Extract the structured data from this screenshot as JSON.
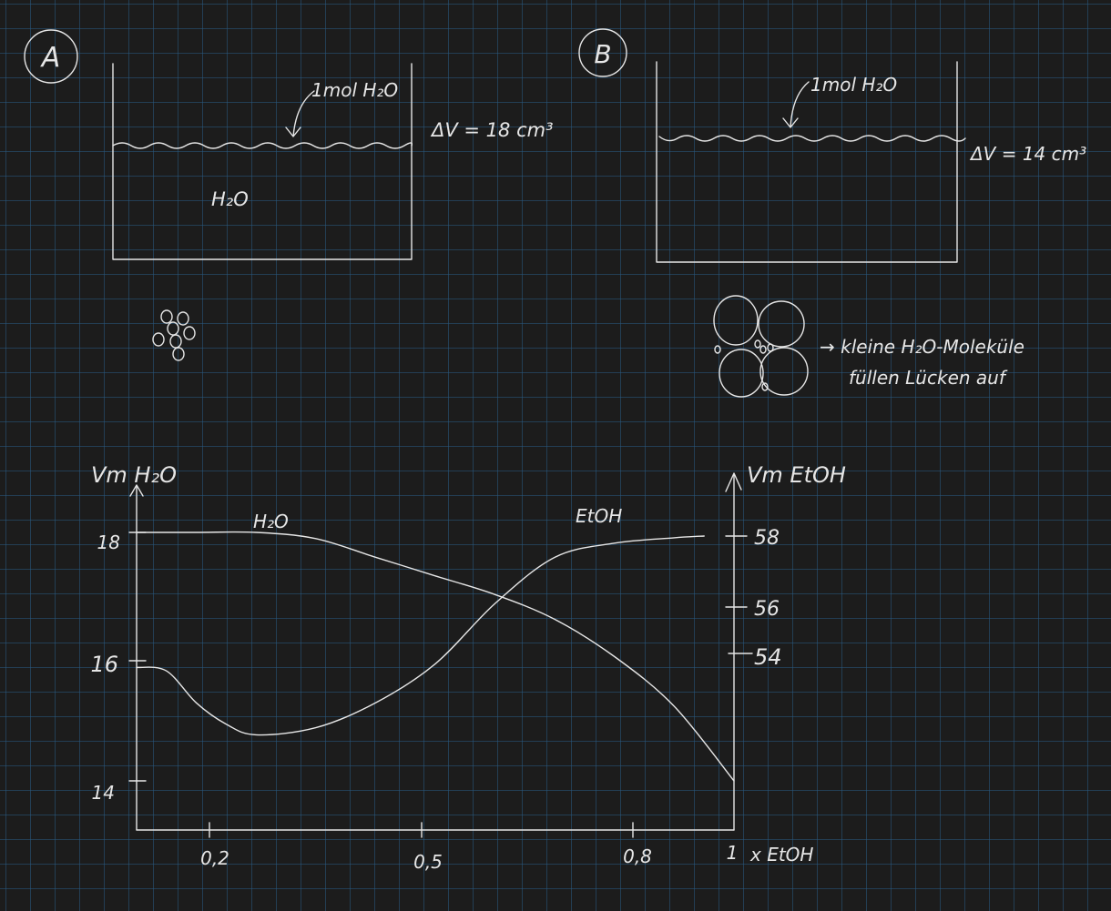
{
  "panel_a": {
    "marker": "A",
    "arrow_label": "1mol H₂O",
    "liquid_label": "H₂O",
    "delta_v": "ΔV = 18 cm³"
  },
  "panel_b": {
    "marker": "B",
    "arrow_label": "1mol H₂O",
    "delta_v": "ΔV = 14 cm³",
    "note_line1": "→ kleine H₂O-Moleküle",
    "note_line2": "füllen Lücken auf"
  },
  "chart_data": {
    "type": "line",
    "xlabel": "x EtOH",
    "ylabel_left": "Vm H₂O",
    "ylabel_right": "Vm EtOH",
    "x_ticks": [
      "0,2",
      "0,5",
      "0,8",
      "1"
    ],
    "y_left_ticks": [
      "18",
      "16",
      "14"
    ],
    "y_right_ticks": [
      "58",
      "56",
      "54"
    ],
    "series": [
      {
        "name": "H₂O",
        "axis": "left",
        "x": [
          0,
          0.1,
          0.2,
          0.3,
          0.4,
          0.5,
          0.6,
          0.7,
          0.8,
          0.9,
          1.0
        ],
        "y": [
          18,
          18,
          18,
          17.9,
          17.6,
          17.3,
          17.0,
          16.6,
          16.0,
          15.2,
          14.0
        ]
      },
      {
        "name": "EtOH",
        "axis": "right",
        "x": [
          0,
          0.05,
          0.1,
          0.15,
          0.2,
          0.3,
          0.4,
          0.5,
          0.6,
          0.7,
          0.8,
          0.9,
          0.95
        ],
        "y": [
          54.3,
          54.2,
          53.3,
          52.7,
          52.4,
          52.6,
          53.3,
          54.4,
          56.1,
          57.4,
          57.8,
          57.95,
          58.0
        ]
      }
    ]
  }
}
